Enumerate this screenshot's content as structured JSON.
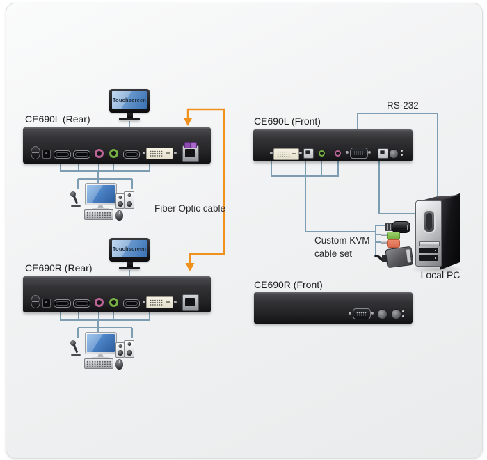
{
  "diagram": {
    "stations": {
      "rear_left": {
        "label": "CE690L (Rear)",
        "monitor_label": "Touchscreen"
      },
      "rear_right": {
        "label": "CE690R (Rear)",
        "monitor_label": "Touchscreen"
      },
      "front_left": {
        "label": "CE690L (Front)"
      },
      "front_right": {
        "label": "CE690R (Front)"
      },
      "pc": {
        "label": "Local PC"
      }
    },
    "annotations": {
      "fiber_cable": "Fiber Optic cable",
      "rs232": "RS-232",
      "kvm_cable_line1": "Custom KVM",
      "kvm_cable_line2": "cable set"
    },
    "colors": {
      "cable_blue": "#7d9db3",
      "cable_orange": "#f0911e",
      "jack_pink": "#bb6597",
      "jack_green": "#76b043",
      "plug_green": "#9ccf6a",
      "plug_pink": "#ee8a6e",
      "screen_blue": "#3a72b5",
      "fiber_plug_purple": "#8d4bb0"
    },
    "icons": {
      "touchscreen-monitor-icon": "css-shape",
      "microphone-icon": "css-shape",
      "monitor-icon": "css-shape",
      "speakers-icon": "css-shape",
      "keyboard-icon": "css-shape",
      "mouse-icon": "css-shape",
      "pc-tower-icon": "css-shape",
      "usb-connector-icon": "css-shape",
      "audio-plug-green-icon": "css-shape",
      "audio-plug-pink-icon": "css-shape",
      "dvi-connector-icon": "css-shape",
      "arrow-down-icon": "css-triangle"
    }
  }
}
